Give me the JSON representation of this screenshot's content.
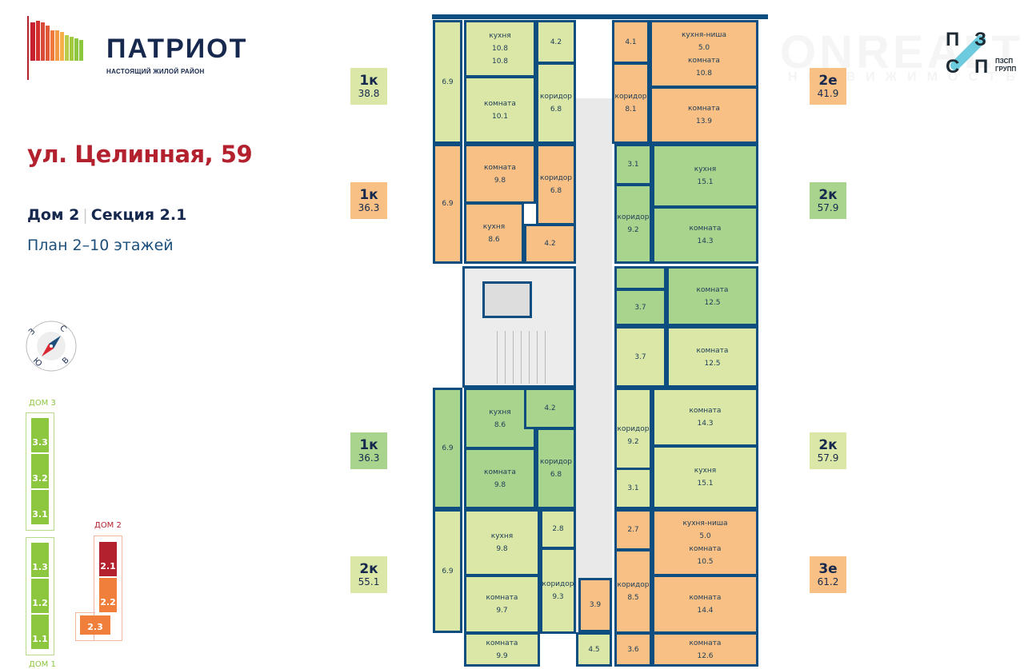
{
  "brand": {
    "name": "ПАТРИОТ",
    "tagline": "НАСТОЯЩИЙ ЖИЛОЙ РАЙОН"
  },
  "address": "ул. Целинная, 59",
  "house": "Дом 2",
  "section": "Секция 2.1",
  "plan_floors": "План 2–10 этажей",
  "compass": {
    "n": "С",
    "e": "В",
    "s": "Ю",
    "w": "З"
  },
  "site_map": {
    "house3_label": "ДОМ 3",
    "house2_label": "ДОМ 2",
    "house1_label": "ДОМ 1",
    "blocks": [
      "3.3",
      "3.2",
      "3.1",
      "1.3",
      "1.2",
      "1.1",
      "2.1",
      "2.2",
      "2.3"
    ],
    "colors": {
      "green": "#8dc63f",
      "current": "#b3212f",
      "orange": "#f07f3c"
    }
  },
  "developer": {
    "letters": [
      "П",
      "З",
      "С",
      "П"
    ],
    "name_line1": "ПЗСП",
    "name_line2": "ГРУПП"
  },
  "watermark": {
    "line1": "ONREALT",
    "line2": "НЕДВИЖИМОСТЬ"
  },
  "units": [
    {
      "type": "1к",
      "area": "38.8",
      "color": "#dbe7a6"
    },
    {
      "type": "1к",
      "area": "36.3",
      "color": "#f8c085"
    },
    {
      "type": "1к",
      "area": "36.3",
      "color": "#a9d48e"
    },
    {
      "type": "2к",
      "area": "55.1",
      "color": "#dbe7a6"
    },
    {
      "type": "2е",
      "area": "41.9",
      "color": "#f8c085"
    },
    {
      "type": "2к",
      "area": "57.9",
      "color": "#a9d48e"
    },
    {
      "type": "2к",
      "area": "57.9",
      "color": "#dbe7a6"
    },
    {
      "type": "3е",
      "area": "61.2",
      "color": "#f8c085"
    }
  ],
  "rooms": [
    {
      "area": "6.9"
    },
    {
      "name": "кухня",
      "area": "10.8",
      "area2": "10.8"
    },
    {
      "name": "комната",
      "area": "10.1"
    },
    {
      "area": "4.2"
    },
    {
      "name": "коридор",
      "area": "6.8"
    },
    {
      "area": "4.1"
    },
    {
      "name": "коридор",
      "area": "8.1"
    },
    {
      "name": "кухня-ниша",
      "area": "5.0",
      "area2": "10.8",
      "name2": "комната"
    },
    {
      "name": "комната",
      "area": "13.9"
    },
    {
      "area": "6.9"
    },
    {
      "name": "комната",
      "area": "9.8"
    },
    {
      "name": "коридор",
      "area": "6.8"
    },
    {
      "name": "кухня",
      "area": "8.6"
    },
    {
      "area": "4.2"
    },
    {
      "area": "3.1"
    },
    {
      "name": "коридор",
      "area": "9.2"
    },
    {
      "name": "кухня",
      "area": "15.1"
    },
    {
      "name": "комната",
      "area": "14.3"
    },
    {},
    {
      "area": "3.7"
    },
    {
      "name": "комната",
      "area": "12.5"
    },
    {
      "area": "3.7"
    },
    {
      "name": "комната",
      "area": "12.5"
    },
    {
      "name": "коридор",
      "area": "9.2"
    },
    {
      "name": "комната",
      "area": "14.3"
    },
    {
      "name": "кухня",
      "area": "15.1"
    },
    {
      "area": "3.1"
    },
    {
      "area": "6.9"
    },
    {
      "name": "кухня",
      "area": "8.6"
    },
    {
      "area": "4.2"
    },
    {
      "name": "коридор",
      "area": "6.8"
    },
    {
      "name": "комната",
      "area": "9.8"
    },
    {
      "area": "6.9"
    },
    {
      "name": "кухня",
      "area": "9.8"
    },
    {
      "area": "2.8"
    },
    {
      "name": "коридор",
      "area": "9.3"
    },
    {
      "name": "комната",
      "area": "9.7"
    },
    {
      "name": "комната",
      "area": "9.9"
    },
    {
      "area": "4.5"
    },
    {
      "area": "3.9"
    },
    {
      "area": "2.7"
    },
    {
      "name": "коридор",
      "area": "8.5"
    },
    {
      "name": "кухня-ниша",
      "area": "5.0",
      "name2": "комната",
      "area2": "10.5"
    },
    {
      "name": "комната",
      "area": "14.4"
    },
    {
      "name": "комната",
      "area": "12.6"
    },
    {
      "area": "3.6"
    }
  ]
}
